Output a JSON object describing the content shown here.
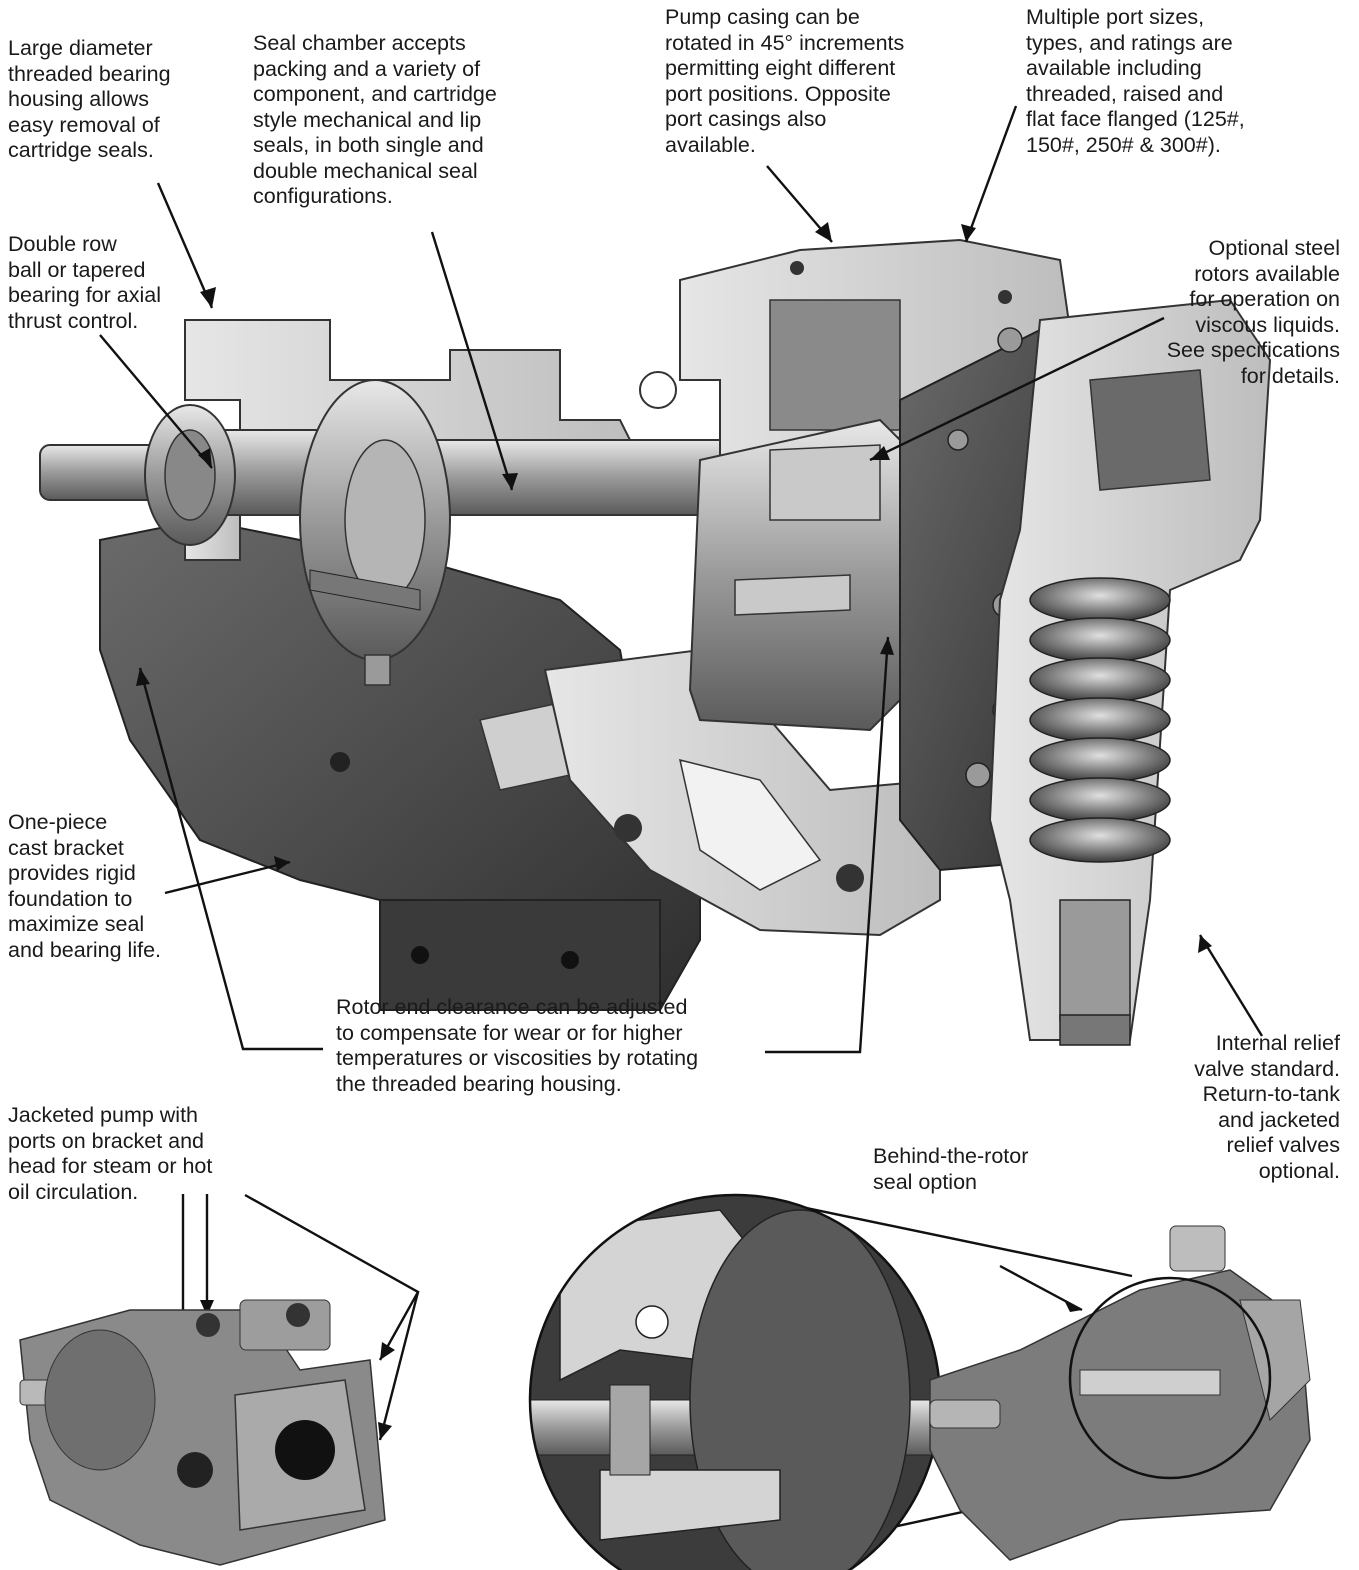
{
  "callouts": {
    "bearing_housing": "Large diameter\nthreaded bearing\nhousing allows\neasy removal of\ncartridge seals.",
    "seal_chamber": "Seal chamber accepts\npacking and a variety of\ncomponent, and cartridge\nstyle mechanical and lip\nseals, in both  single and\ndouble mechanical seal\nconfigurations.",
    "pump_casing": "Pump casing can be\nrotated in 45° increments\npermitting eight different\nport positions. Opposite\nport casings also\navailable.",
    "port_sizes": "Multiple port sizes,\ntypes, and ratings are\navailable including\nthreaded, raised and\nflat face flanged (125#,\n150#, 250# & 300#).",
    "double_row_bearing": "Double row\nball or tapered\nbearing for axial\nthrust control.",
    "steel_rotors": "Optional steel\nrotors available\nfor operation on\nviscous liquids.\nSee specifications\nfor details.",
    "cast_bracket": "One-piece\ncast bracket\nprovides rigid\nfoundation to\nmaximize seal\nand bearing life.",
    "rotor_clearance": "Rotor end clearance can be adjusted\nto compensate for wear or for higher\ntemperatures or viscosities by rotating\nthe threaded bearing housing.",
    "relief_valve": "Internal relief\nvalve standard.\nReturn-to-tank\nand jacketed\nrelief valves\noptional.",
    "jacketed_pump": "Jacketed pump with\nports on bracket  and\nhead for steam or hot\noil circulation.",
    "behind_rotor_seal": "Behind-the-rotor\nseal option"
  },
  "colors": {
    "text": "#1a1a1a",
    "cut_face": "#d9d9d9",
    "cast_iron": "#4a4a4a",
    "steel": "#a8a8a8"
  }
}
